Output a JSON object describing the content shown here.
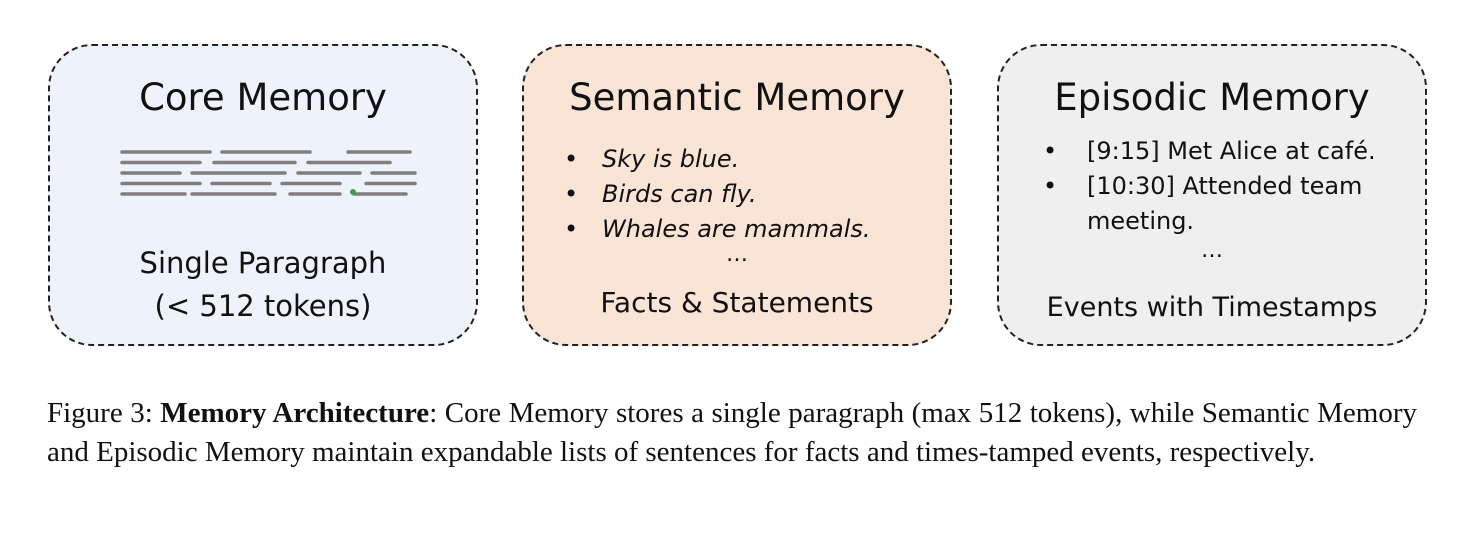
{
  "core": {
    "title": "Core Memory",
    "caption_line1": "Single Paragraph",
    "caption_line2": "(< 512 tokens)",
    "line_color": "#7f7f7f",
    "dot_color": "#3aa14a"
  },
  "semantic": {
    "title": "Semantic Memory",
    "items": [
      "Sky is blue.",
      "Birds can fly.",
      "Whales are mammals."
    ],
    "ellipsis": "…",
    "footer": "Facts & Statements"
  },
  "episodic": {
    "title": "Episodic Memory",
    "items": [
      "[9:15] Met Alice at café.",
      "[10:30] Attended team meeting."
    ],
    "ellipsis": "…",
    "footer": "Events with Timestamps"
  },
  "figure_caption": {
    "label": "Figure 3:",
    "bold": "Memory Architecture",
    "text": ": Core Memory stores a single paragraph (max 512 tokens), while Semantic Memory and Episodic Memory maintain expandable lists of sentences for facts and times-tamped events, respectively."
  },
  "colors": {
    "core_bg": "#eef2fa",
    "semantic_bg": "#f9e4d6",
    "episodic_bg": "#efefef",
    "border": "#222222"
  }
}
